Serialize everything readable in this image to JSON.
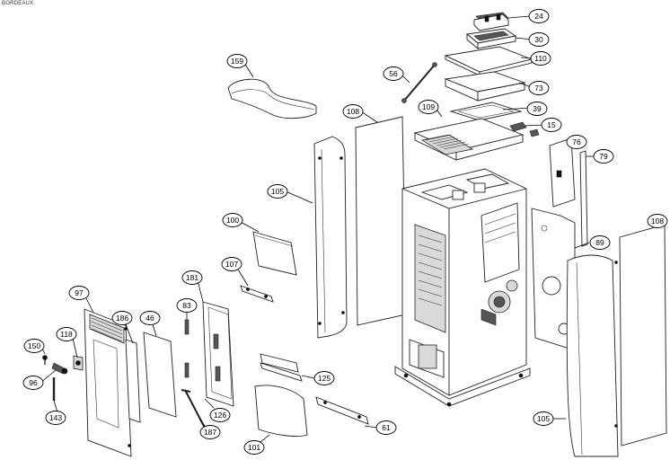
{
  "title": "BORDEAUX",
  "callouts": [
    {
      "id": "c24",
      "label": "24"
    },
    {
      "id": "c30",
      "label": "30"
    },
    {
      "id": "c110",
      "label": "110"
    },
    {
      "id": "c73",
      "label": "73"
    },
    {
      "id": "c56",
      "label": "56"
    },
    {
      "id": "c159",
      "label": "159"
    },
    {
      "id": "c108a",
      "label": "108"
    },
    {
      "id": "c109",
      "label": "109"
    },
    {
      "id": "c39",
      "label": "39"
    },
    {
      "id": "c15",
      "label": "15"
    },
    {
      "id": "c76",
      "label": "76"
    },
    {
      "id": "c79",
      "label": "79"
    },
    {
      "id": "c105a",
      "label": "105"
    },
    {
      "id": "c100",
      "label": "100"
    },
    {
      "id": "c107",
      "label": "107"
    },
    {
      "id": "c181",
      "label": "181"
    },
    {
      "id": "c83",
      "label": "83"
    },
    {
      "id": "c97",
      "label": "97"
    },
    {
      "id": "c186",
      "label": "186"
    },
    {
      "id": "c46",
      "label": "46"
    },
    {
      "id": "c118",
      "label": "118"
    },
    {
      "id": "c150",
      "label": "150"
    },
    {
      "id": "c96",
      "label": "96"
    },
    {
      "id": "c143",
      "label": "143"
    },
    {
      "id": "c126",
      "label": "126"
    },
    {
      "id": "c187",
      "label": "187"
    },
    {
      "id": "c125",
      "label": "125"
    },
    {
      "id": "c101",
      "label": "101"
    },
    {
      "id": "c61",
      "label": "61"
    },
    {
      "id": "c89",
      "label": "89"
    },
    {
      "id": "c108b",
      "label": "108"
    },
    {
      "id": "c105b",
      "label": "105"
    }
  ]
}
